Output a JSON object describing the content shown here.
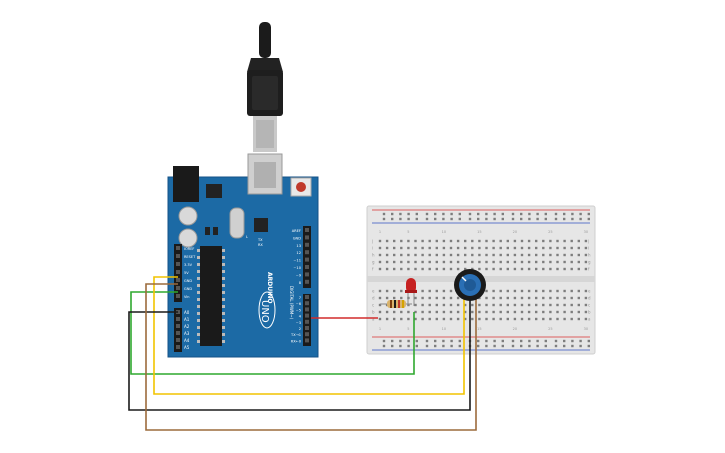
{
  "board": {
    "logo": "ARDUINO",
    "model": "UNO",
    "power_labels": [
      "IOREF",
      "RESET",
      "3.3V",
      "5V",
      "GND",
      "GND",
      "Vin"
    ],
    "analog_labels": [
      "A0",
      "A1",
      "A2",
      "A3",
      "A4",
      "A5"
    ],
    "digital_labels": [
      "AREF",
      "GND",
      "13",
      "12",
      "~11",
      "~10",
      "~9",
      "8",
      "7",
      "~6",
      "~5",
      "4",
      "~3",
      "2",
      "TX→1",
      "RX←0"
    ],
    "digital_title": "DIGITAL (PWM~)",
    "tx_label": "TX",
    "rx_label": "RX",
    "l_label": "L"
  },
  "breadboard": {
    "row_letters_top": [
      "j",
      "i",
      "h",
      "g",
      "f"
    ],
    "row_letters_bottom": [
      "e",
      "d",
      "c",
      "b",
      "a"
    ],
    "column_numbers": [
      "1",
      "5",
      "10",
      "15",
      "20",
      "25",
      "30"
    ]
  },
  "colors": {
    "board": "#1c6aa5",
    "wire_red": "#d22b2b",
    "wire_green": "#2fa82f",
    "wire_yellow": "#f2c400",
    "wire_black": "#1a1a1a",
    "wire_brown": "#9c6b3c",
    "led": "#c62121"
  },
  "icons": {
    "usb_cable": "usb-cable-icon",
    "potentiometer": "potentiometer-icon",
    "led": "led-icon",
    "resistor": "resistor-icon"
  }
}
